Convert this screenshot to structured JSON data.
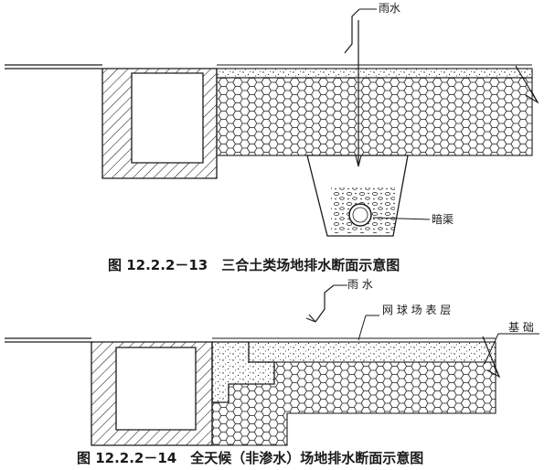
{
  "figure1": {
    "caption": "图 12.2.2－13　三合土类场地排水断面示意图",
    "label_rain": "雨水",
    "label_drain": "暗渠"
  },
  "figure2": {
    "caption": "图 12.2.2－14　全天候（非渗水）场地排水断面示意图",
    "label_rain": "雨 水",
    "label_surface": "网 球 场 表 层",
    "label_foundation": "基 础"
  },
  "colors": {
    "ink": "#1a1a1a",
    "paper": "#ffffff"
  }
}
